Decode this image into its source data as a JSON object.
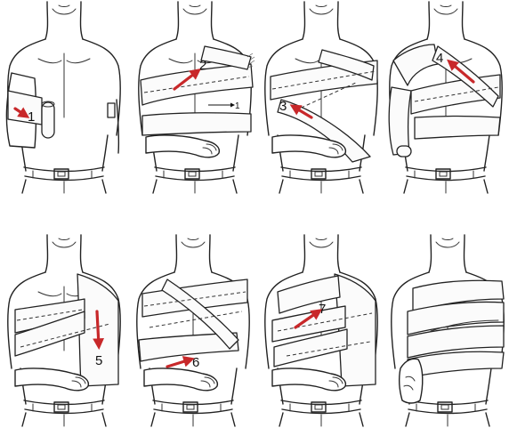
{
  "steps": [
    {
      "number": "1"
    },
    {
      "number": "2",
      "secondary_number": "1"
    },
    {
      "number": "3"
    },
    {
      "number": "4"
    },
    {
      "number": "5"
    },
    {
      "number": "6"
    },
    {
      "number": "7"
    },
    {
      "number": ""
    }
  ],
  "colors": {
    "arrow": "#c8282a",
    "ink": "#222222",
    "background": "#ffffff"
  }
}
